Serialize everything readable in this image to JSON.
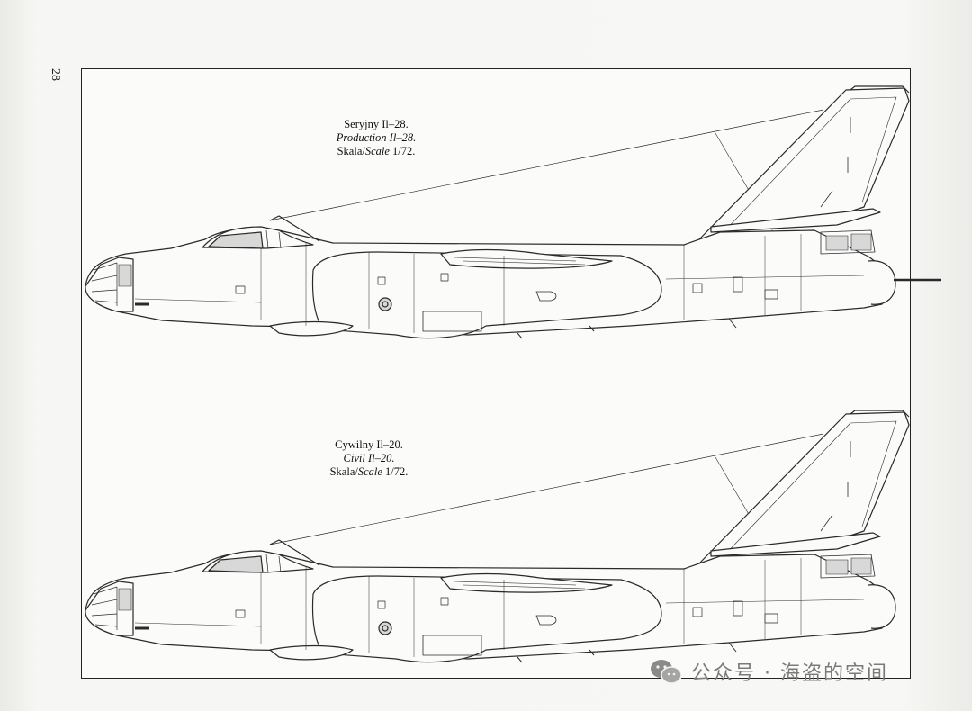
{
  "page": {
    "number": "28"
  },
  "top_view": {
    "caption_line1": "Seryjny Il–28.",
    "caption_line2": "Production Il–28.",
    "caption_line3_prefix": "Skala/",
    "caption_line3_italic": "Scale",
    "caption_line3_suffix": " 1/72."
  },
  "bottom_view": {
    "caption_line1": "Cywilny Il–20.",
    "caption_line2": "Civil Il–20.",
    "caption_line3_prefix": "Skala/",
    "caption_line3_italic": "Scale",
    "caption_line3_suffix": " 1/72."
  },
  "watermark": {
    "text": "公众号 · 海盗的空间",
    "icon": "wechat-logo-icon"
  },
  "colors": {
    "line": "#2a2a2a",
    "fill": "#fbfbfa",
    "glass": "#d8d8d8"
  }
}
